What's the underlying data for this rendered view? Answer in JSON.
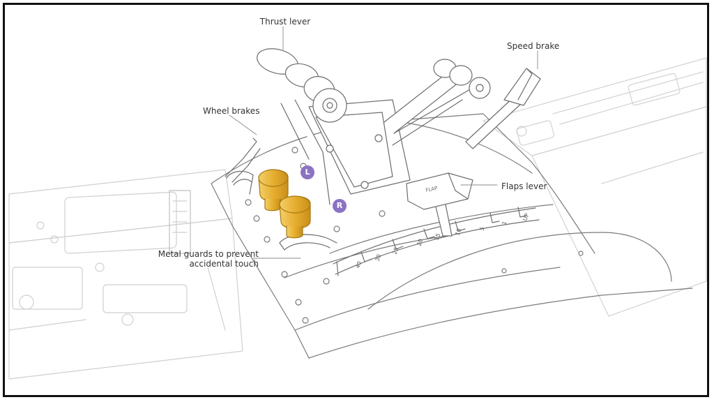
{
  "labels": {
    "thrust_lever": "Thrust lever",
    "speed_brake": "Speed brake",
    "wheel_brakes": "Wheel brakes",
    "flaps_lever": "Flaps lever",
    "metal_guards_line1": "Metal guards to prevent",
    "metal_guards_line2": "accidental touch"
  },
  "badges": {
    "left": "L",
    "right": "R"
  },
  "flap_lever_text": "FLAP",
  "flap_scale": [
    "UP",
    "1",
    "5",
    "10",
    "15",
    "20",
    "25",
    "30",
    "40"
  ],
  "colors": {
    "badge": "#8a73c2",
    "brake_knob": "#e9b53a",
    "line": "#6b6b6b"
  }
}
